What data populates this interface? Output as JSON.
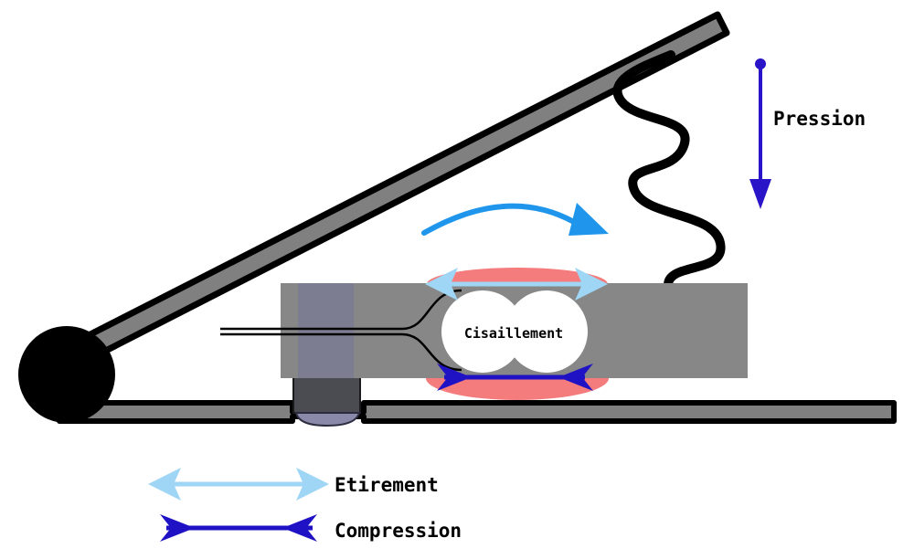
{
  "labels": {
    "pression": "Pression",
    "cisaillement": "Cisaillement",
    "legend_etirement": "Etirement",
    "legend_compression": "Compression"
  },
  "colors": {
    "frame": "#808080",
    "outline": "#000000",
    "hinge": "#000000",
    "beam": "#878787",
    "screw": "#7b7b94",
    "screw_base": "#4b4b52",
    "stretch_zone": "#f57c7c",
    "stretch_arrow": "#9fd6f5",
    "compression_arrow": "#1f12c4",
    "pressure_arrow": "#2a14c8",
    "motion_arrow": "#1f96ec",
    "shear_hole": "#ffffff"
  },
  "icons": {
    "hinge": "hinge-circle-icon",
    "spring": "spring-icon",
    "pressure": "pressure-arrow-icon",
    "motion": "curved-arrow-icon",
    "stretch": "double-arrow-icon",
    "compression": "inward-arrow-icon"
  }
}
